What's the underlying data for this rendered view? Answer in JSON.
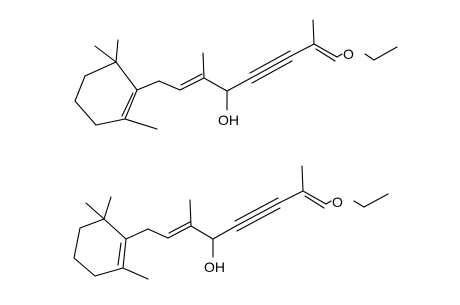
{
  "structures": [
    {
      "name": "molecule-top",
      "labels": {
        "oxygen_ether": "O",
        "hydroxyl": "OH"
      }
    },
    {
      "name": "molecule-bottom",
      "labels": {
        "oxygen_ether": "O",
        "hydroxyl": "OH"
      }
    }
  ],
  "colors": {
    "bond": "#000000",
    "background": "#ffffff"
  }
}
